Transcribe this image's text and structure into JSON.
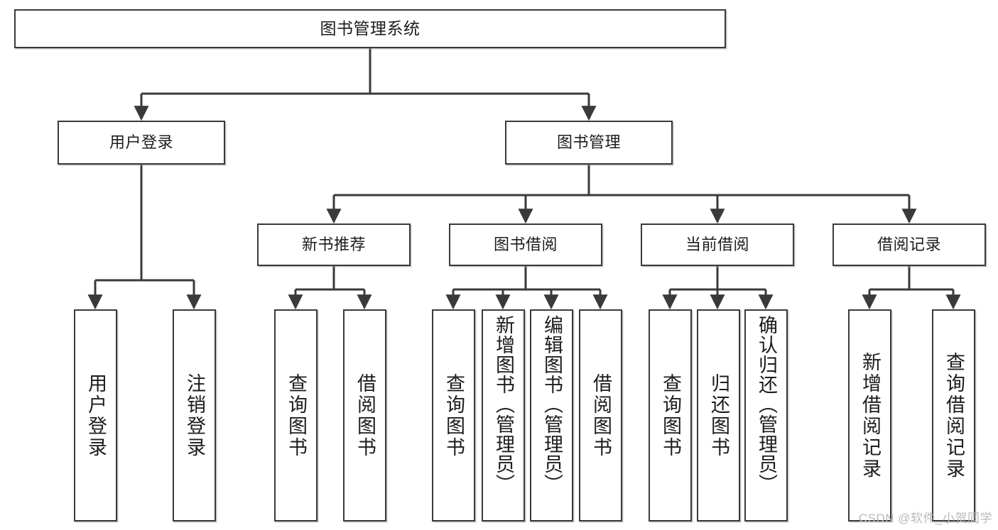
{
  "diagram": {
    "title": "图书管理系统",
    "watermark": "CSDN @软件_小贺同学",
    "colors": {
      "box_border": "#3a3a3a",
      "box_fill": "#ffffff",
      "edge": "#3a3a3a",
      "text": "#1c1c1c",
      "watermark": "#b9b9b9",
      "background": "#ffffff"
    },
    "levels": {
      "root": "图书管理系统",
      "level2": [
        "用户登录",
        "图书管理"
      ],
      "level3": [
        "新书推荐",
        "图书借阅",
        "当前借阅",
        "借阅记录"
      ]
    },
    "nodes": {
      "root": {
        "label": "图书管理系统"
      },
      "user_login": {
        "label": "用户登录"
      },
      "book_manage": {
        "label": "图书管理"
      },
      "new_book_rec": {
        "label": "新书推荐"
      },
      "book_borrow": {
        "label": "图书借阅"
      },
      "current_borrow": {
        "label": "当前借阅"
      },
      "borrow_record": {
        "label": "借阅记录"
      },
      "leaf_user_login": {
        "label": "用户登录"
      },
      "leaf_logout": {
        "label": "注销登录"
      },
      "leaf_query_book_1": {
        "label": "查询图书"
      },
      "leaf_borrow_book_1": {
        "label": "借阅图书"
      },
      "leaf_query_book_2": {
        "label": "查询图书"
      },
      "leaf_add_book": {
        "label": "新增图书（管理员）"
      },
      "leaf_edit_book": {
        "label": "编辑图书（管理员）"
      },
      "leaf_borrow_book_2": {
        "label": "借阅图书"
      },
      "leaf_query_book_3": {
        "label": "查询图书"
      },
      "leaf_return_book": {
        "label": "归还图书"
      },
      "leaf_confirm_return": {
        "label": "确认归还（管理员）"
      },
      "leaf_add_record": {
        "label": "新增借阅记录"
      },
      "leaf_query_record": {
        "label": "查询借阅记录"
      }
    },
    "edges": [
      {
        "from": "root",
        "to": "user_login"
      },
      {
        "from": "root",
        "to": "book_manage"
      },
      {
        "from": "user_login",
        "to": "leaf_user_login"
      },
      {
        "from": "user_login",
        "to": "leaf_logout"
      },
      {
        "from": "book_manage",
        "to": "new_book_rec"
      },
      {
        "from": "book_manage",
        "to": "book_borrow"
      },
      {
        "from": "book_manage",
        "to": "current_borrow"
      },
      {
        "from": "book_manage",
        "to": "borrow_record"
      },
      {
        "from": "new_book_rec",
        "to": "leaf_query_book_1"
      },
      {
        "from": "new_book_rec",
        "to": "leaf_borrow_book_1"
      },
      {
        "from": "book_borrow",
        "to": "leaf_query_book_2"
      },
      {
        "from": "book_borrow",
        "to": "leaf_add_book"
      },
      {
        "from": "book_borrow",
        "to": "leaf_edit_book"
      },
      {
        "from": "book_borrow",
        "to": "leaf_borrow_book_2"
      },
      {
        "from": "current_borrow",
        "to": "leaf_query_book_3"
      },
      {
        "from": "current_borrow",
        "to": "leaf_return_book"
      },
      {
        "from": "current_borrow",
        "to": "leaf_confirm_return"
      },
      {
        "from": "borrow_record",
        "to": "leaf_add_record"
      },
      {
        "from": "borrow_record",
        "to": "leaf_query_record"
      }
    ]
  }
}
